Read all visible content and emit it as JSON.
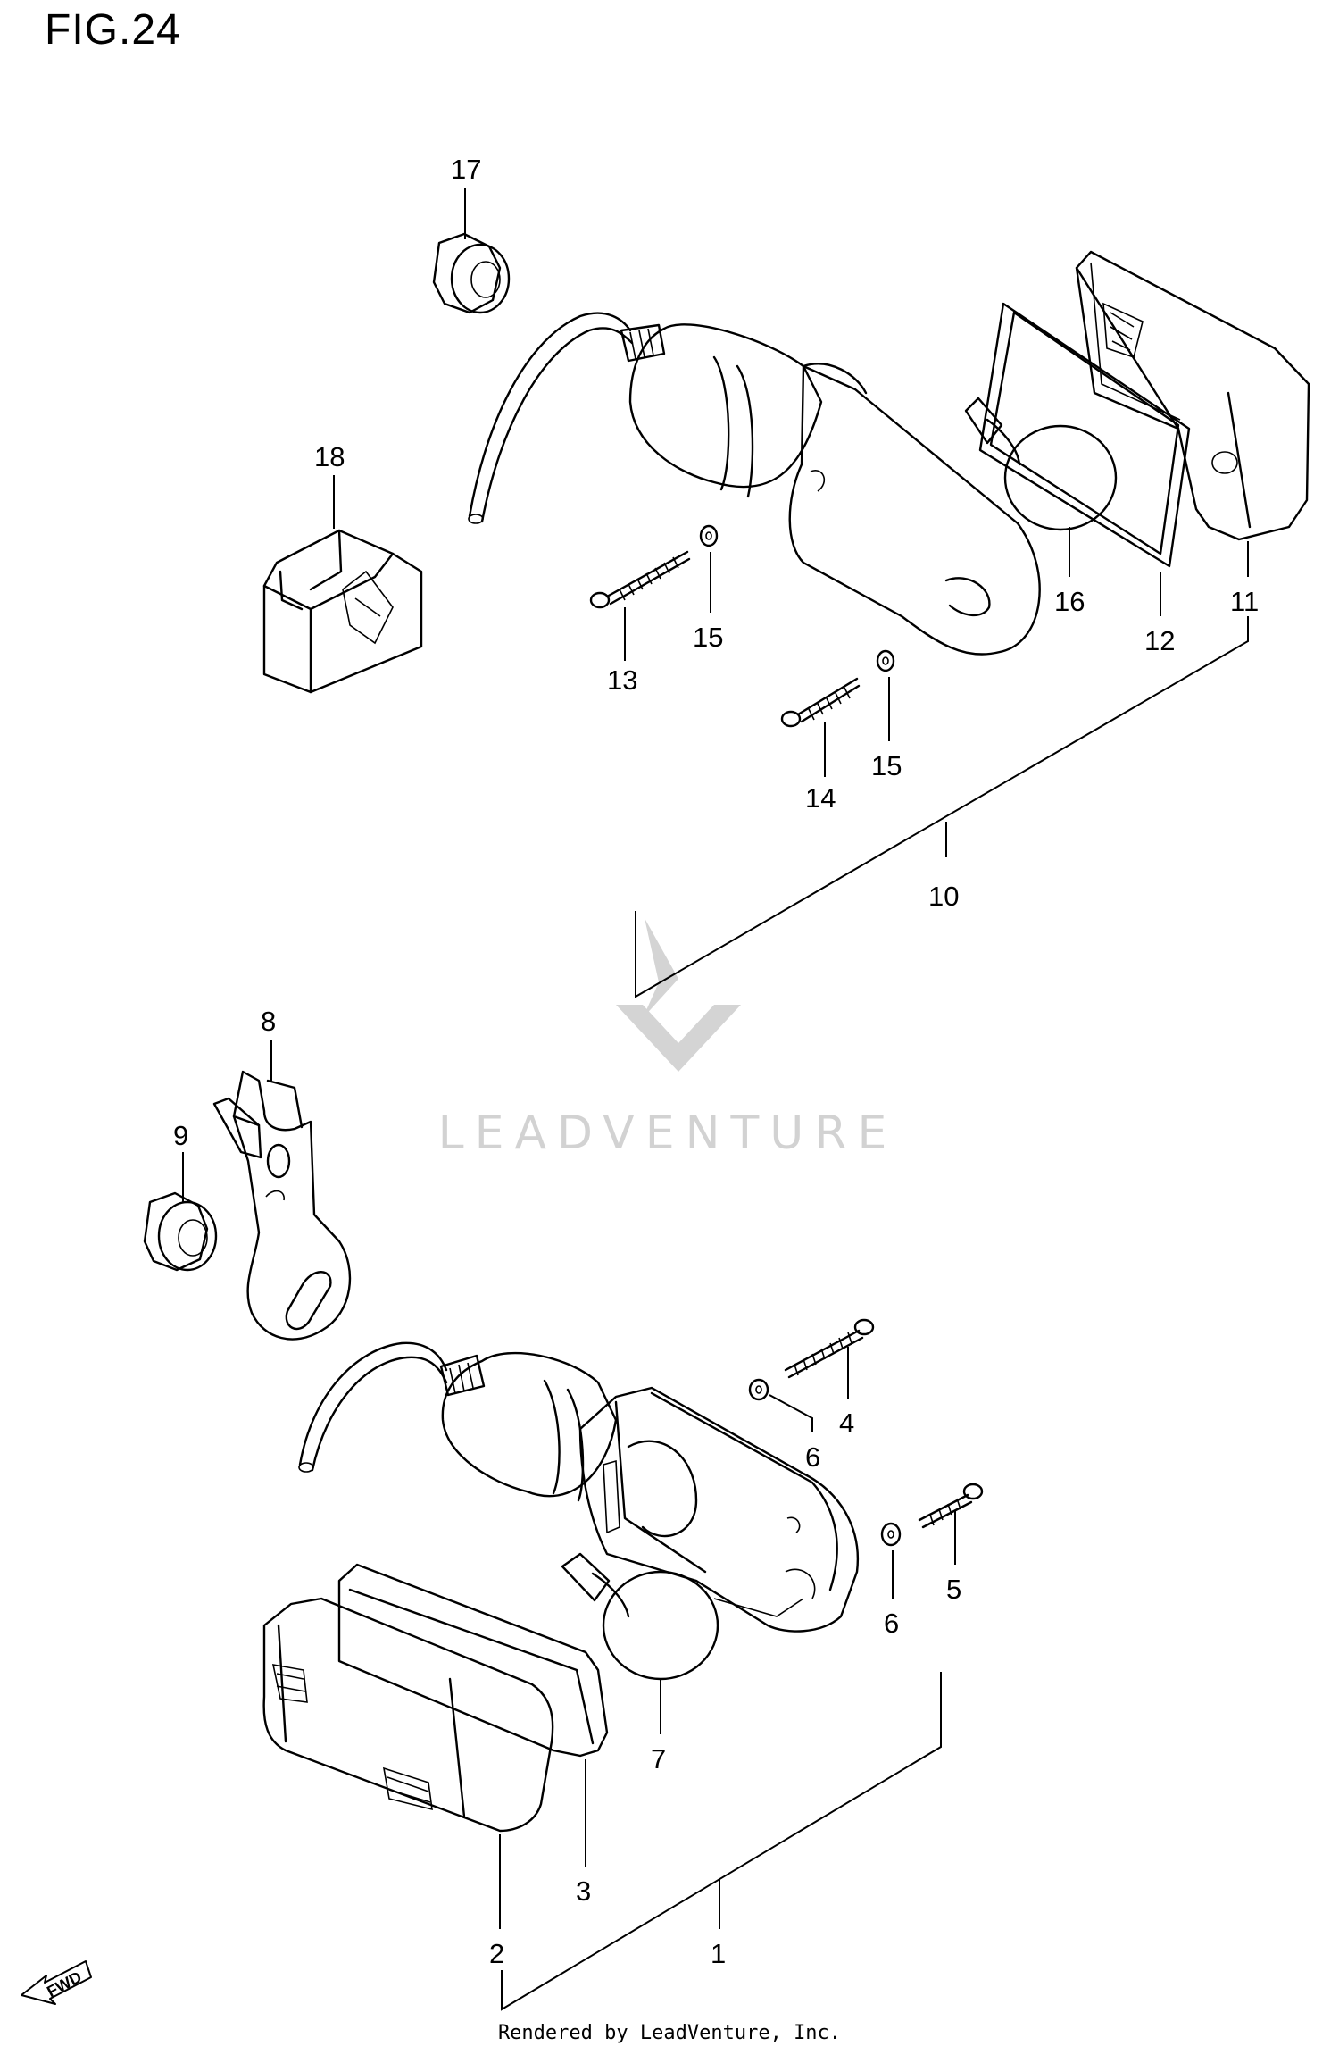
{
  "figure": {
    "title": "FIG.24"
  },
  "callouts": {
    "c1": "1",
    "c2": "2",
    "c3": "3",
    "c4": "4",
    "c5": "5",
    "c6a": "6",
    "c6b": "6",
    "c7": "7",
    "c8": "8",
    "c9": "9",
    "c10": "10",
    "c11": "11",
    "c12": "12",
    "c13": "13",
    "c14": "14",
    "c15a": "15",
    "c15b": "15",
    "c16": "16",
    "c17": "17",
    "c18": "18"
  },
  "watermark": {
    "text": "LEADVENTURE"
  },
  "fwd_label": "FWD",
  "footer": {
    "text": "Rendered by LeadVenture, Inc."
  }
}
